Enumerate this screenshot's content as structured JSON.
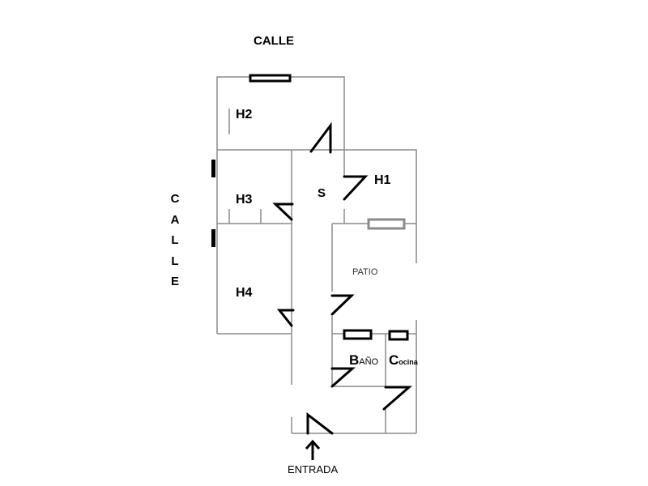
{
  "street_top": "CALLE",
  "street_left": [
    "C",
    "A",
    "L",
    "L",
    "E"
  ],
  "rooms": {
    "h2": "H2",
    "h1": "H1",
    "h3": "H3",
    "s": "S",
    "h4": "H4",
    "patio": "PATIO",
    "bano_initial": "B",
    "bano_rest": "AÑO",
    "cocina_initial": "C",
    "cocina_rest": "ocina"
  },
  "entrance": "ENTRADA",
  "colors": {
    "wall": "#8a8a8a",
    "door": "#000000",
    "window_gray": "#8a8a8a"
  }
}
